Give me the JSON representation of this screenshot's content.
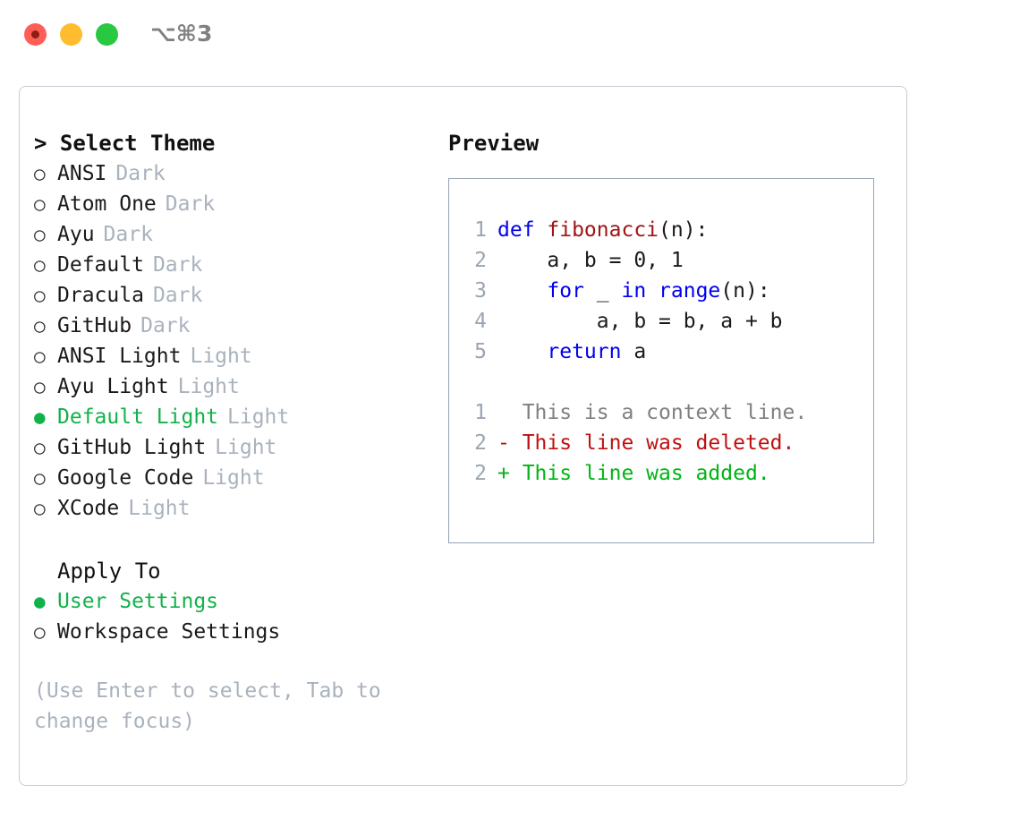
{
  "titlebar": {
    "shortcut": "⌥⌘3",
    "buttons": [
      "close",
      "minimize",
      "zoom"
    ]
  },
  "theme_picker": {
    "header": "> Select Theme",
    "items": [
      {
        "marker": "○",
        "name": "ANSI",
        "tag": "Dark",
        "selected": false
      },
      {
        "marker": "○",
        "name": "Atom One",
        "tag": "Dark",
        "selected": false
      },
      {
        "marker": "○",
        "name": "Ayu",
        "tag": "Dark",
        "selected": false
      },
      {
        "marker": "○",
        "name": "Default",
        "tag": "Dark",
        "selected": false
      },
      {
        "marker": "○",
        "name": "Dracula",
        "tag": "Dark",
        "selected": false
      },
      {
        "marker": "○",
        "name": "GitHub",
        "tag": "Dark",
        "selected": false
      },
      {
        "marker": "○",
        "name": "ANSI Light",
        "tag": "Light",
        "selected": false
      },
      {
        "marker": "○",
        "name": "Ayu Light",
        "tag": "Light",
        "selected": false
      },
      {
        "marker": "●",
        "name": "Default Light",
        "tag": "Light",
        "selected": true
      },
      {
        "marker": "○",
        "name": "GitHub Light",
        "tag": "Light",
        "selected": false
      },
      {
        "marker": "○",
        "name": "Google Code",
        "tag": "Light",
        "selected": false
      },
      {
        "marker": "○",
        "name": "XCode",
        "tag": "Light",
        "selected": false
      }
    ]
  },
  "apply_to": {
    "header": "Apply To",
    "items": [
      {
        "marker": "●",
        "name": "User Settings",
        "selected": true
      },
      {
        "marker": "○",
        "name": "Workspace Settings",
        "selected": false
      }
    ]
  },
  "hint": "(Use Enter to select, Tab to change focus)",
  "preview": {
    "title": "Preview",
    "code_lines": [
      {
        "num": "1",
        "tokens": [
          {
            "t": "def ",
            "c": "kw"
          },
          {
            "t": "fibonacci",
            "c": "fn"
          },
          {
            "t": "(n):",
            "c": "code-text"
          }
        ]
      },
      {
        "num": "2",
        "tokens": [
          {
            "t": "    a, b = 0, 1",
            "c": "code-text"
          }
        ]
      },
      {
        "num": "3",
        "tokens": [
          {
            "t": "    ",
            "c": "code-text"
          },
          {
            "t": "for",
            "c": "kw"
          },
          {
            "t": " _ ",
            "c": "code-text"
          },
          {
            "t": "in",
            "c": "kw"
          },
          {
            "t": " ",
            "c": "code-text"
          },
          {
            "t": "range",
            "c": "kw"
          },
          {
            "t": "(n):",
            "c": "code-text"
          }
        ]
      },
      {
        "num": "4",
        "tokens": [
          {
            "t": "        a, b = b, a + b",
            "c": "code-text"
          }
        ]
      },
      {
        "num": "5",
        "tokens": [
          {
            "t": "    ",
            "c": "code-text"
          },
          {
            "t": "return",
            "c": "kw"
          },
          {
            "t": " a",
            "c": "code-text"
          }
        ]
      }
    ],
    "diff_lines": [
      {
        "num": "1",
        "text": "  This is a context line.",
        "kind": "diff-ctx"
      },
      {
        "num": "2",
        "text": "- This line was deleted.",
        "kind": "diff-del"
      },
      {
        "num": "2",
        "text": "+ This line was added.",
        "kind": "diff-add"
      }
    ]
  },
  "colors": {
    "accent_green": "#12b24a",
    "muted": "#a9b2bd",
    "keyword_blue": "#0000ee",
    "function_red": "#a01515",
    "diff_delete": "#c01010",
    "diff_add": "#00b514",
    "panel_border": "#c8ccd4",
    "preview_border": "#95a2b3"
  }
}
